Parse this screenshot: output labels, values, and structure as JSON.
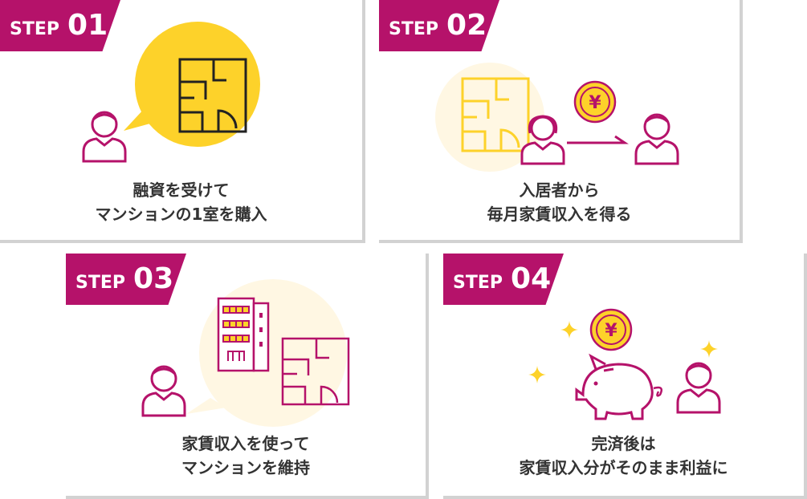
{
  "colors": {
    "magenta": "#b5126a",
    "yellow": "#fdd22a",
    "pale_yellow": "#fff7e3",
    "text": "#333333",
    "card_shadow": "#d2d2d2"
  },
  "steps": [
    {
      "label": "STEP",
      "number": "01",
      "caption": [
        "融資を受けて",
        "マンションの1室を購入"
      ],
      "icons": [
        "person-icon",
        "floor-plan-icon",
        "speech-bubble"
      ]
    },
    {
      "label": "STEP",
      "number": "02",
      "caption": [
        "入居者から",
        "毎月家賃収入を得る"
      ],
      "icons": [
        "floor-plan-icon",
        "tenant-icon",
        "yen-coin-icon",
        "arrow-icon",
        "person-icon"
      ]
    },
    {
      "label": "STEP",
      "number": "03",
      "caption": [
        "家賃収入を使って",
        "マンションを維持"
      ],
      "icons": [
        "person-icon",
        "apartment-building-icon",
        "floor-plan-icon",
        "speech-bubble"
      ]
    },
    {
      "label": "STEP",
      "number": "04",
      "caption": [
        "完済後は",
        "家賃収入分がそのまま利益に"
      ],
      "icons": [
        "sparkle-icon",
        "yen-coin-icon",
        "piggy-bank-icon",
        "person-icon"
      ]
    }
  ]
}
